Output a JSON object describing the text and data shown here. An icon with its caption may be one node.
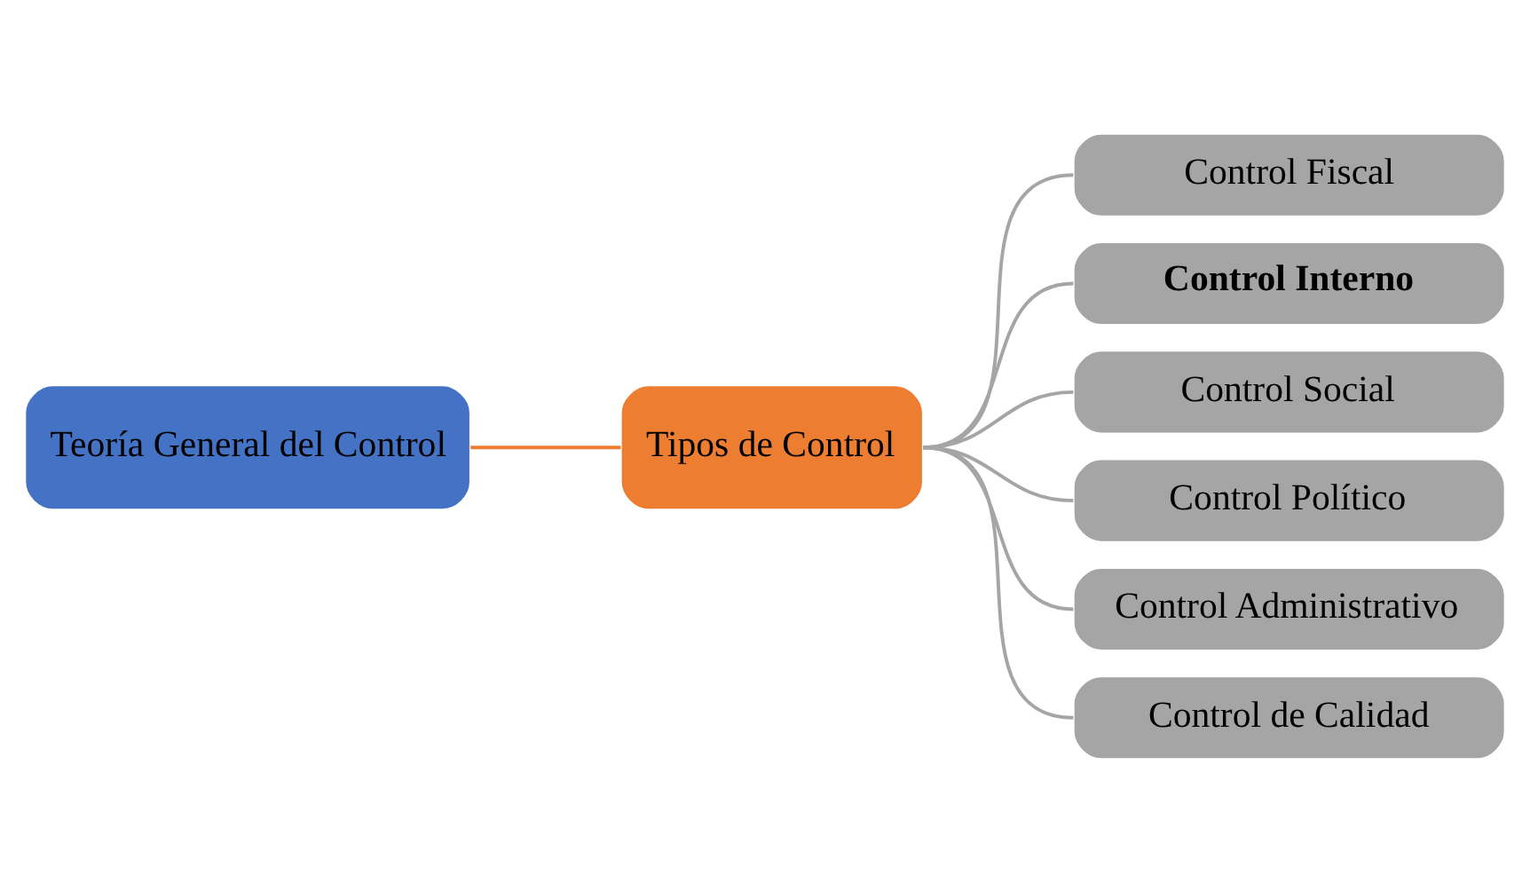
{
  "diagram": {
    "nodes": [
      {
        "text": [
          "Teoría General del Control"
        ]
      },
      {
        "text": [
          "Tipos de Control"
        ]
      },
      {
        "text": [
          "Control Fiscal"
        ]
      },
      {
        "text": [
          "Control Interno"
        ]
      },
      {
        "text": [
          "Control Social"
        ]
      },
      {
        "text": [
          "Control Político"
        ]
      },
      {
        "text": [
          "Control Administrativo"
        ]
      },
      {
        "text": [
          "Control de Calidad"
        ]
      }
    ],
    "edges": [
      {
        "from": 0,
        "to": 1,
        "arrow": "none",
        "color": "#ed7d31"
      },
      {
        "from": 1,
        "to": 2,
        "arrow": "none"
      },
      {
        "from": 1,
        "to": 3,
        "arrow": "none"
      },
      {
        "from": 1,
        "to": 4,
        "arrow": "none"
      },
      {
        "from": 1,
        "to": 5,
        "arrow": "none"
      },
      {
        "from": 1,
        "to": 6,
        "arrow": "none"
      },
      {
        "from": 1,
        "to": 7,
        "arrow": "none"
      }
    ]
  }
}
